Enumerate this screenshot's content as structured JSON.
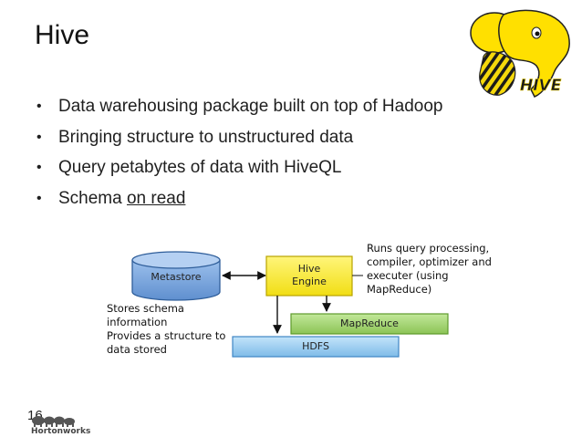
{
  "slide": {
    "title": "Hive",
    "logo_text": "HIVE",
    "bullets": [
      {
        "text": "Data warehousing package built on top of Hadoop"
      },
      {
        "text": "Bringing structure to unstructured data"
      },
      {
        "text": "Query petabytes of data with HiveQL"
      },
      {
        "text_prefix": "Schema ",
        "text_underlined": "on read"
      }
    ]
  },
  "diagram": {
    "metastore_label": "Metastore",
    "hive_engine_line1": "Hive",
    "hive_engine_line2": "Engine",
    "mapreduce_label": "MapReduce",
    "hdfs_label": "HDFS",
    "engine_note": [
      "Runs query processing,",
      "compiler, optimizer and",
      "executer (using",
      "MapReduce)"
    ],
    "schema_note": [
      "Stores schema",
      "information",
      "Provides a structure to",
      "data stored"
    ],
    "colors": {
      "metastore": "#6b9bd6",
      "hive_engine": "#ffec3d",
      "mapreduce": "#9ed36a",
      "hdfs": "#8ec6ef"
    }
  },
  "footer": {
    "slide_number": "16",
    "brand": "Hortonworks"
  }
}
